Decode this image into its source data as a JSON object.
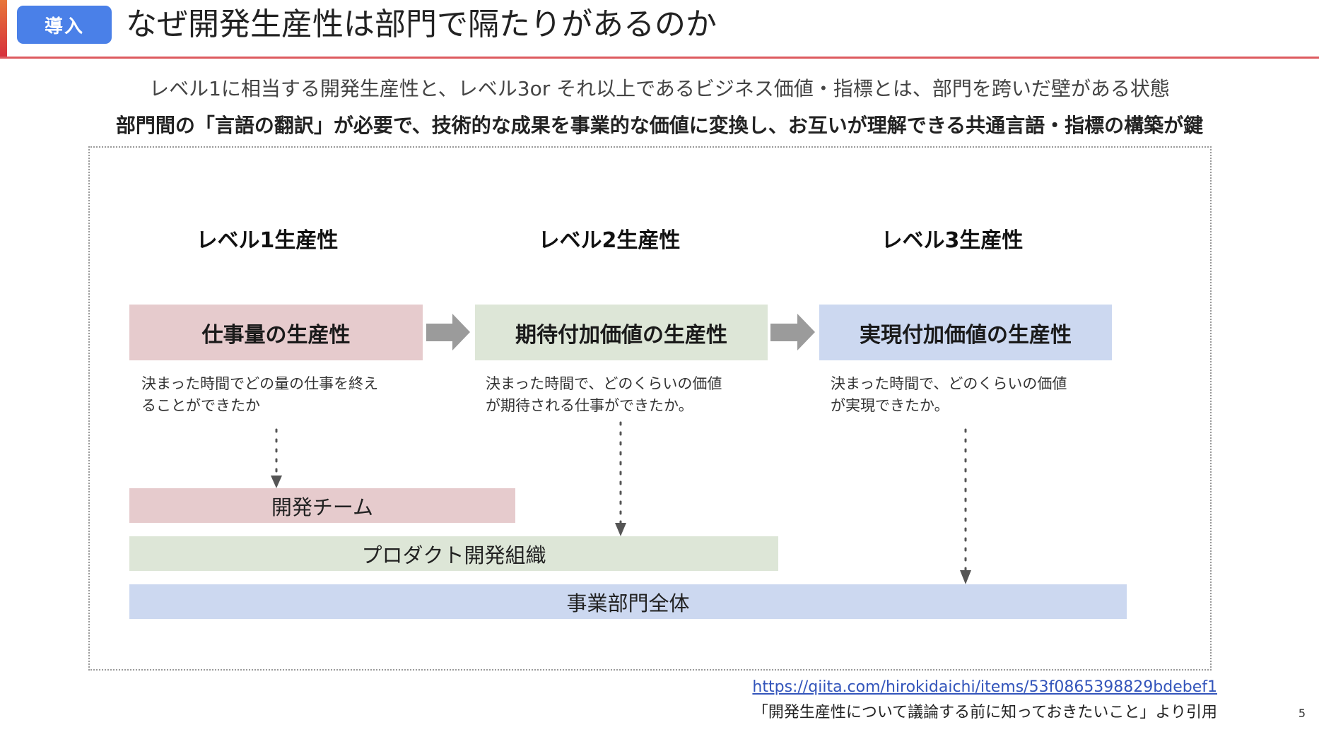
{
  "header": {
    "badge": "導入",
    "title": "なぜ開発生産性は部門で隔たりがあるのか",
    "accent_color": "#4a80e8",
    "rule_color": "#dd5a5f"
  },
  "subtitle": {
    "line1": "レベル1に相当する開発生産性と、レベル3or それ以上であるビジネス価値・指標とは、部門を跨いだ壁がある状態",
    "line2": "部門間の「言語の翻訳」が必要で、技術的な成果を事業的な価値に変換し、お互いが理解できる共通言語・指標の構築が鍵"
  },
  "diagram": {
    "levels": [
      {
        "heading": "レベル1生産性",
        "box_label": "仕事量の生産性",
        "description_line1": "決まった時間でどの量の仕事を終え",
        "description_line2": "ることができたか",
        "color": "#e6cbcd"
      },
      {
        "heading": "レベル2生産性",
        "box_label": "期待付加価値の生産性",
        "description_line1": "決まった時間で、どのくらいの価値",
        "description_line2": "が期待される仕事ができたか。",
        "color": "#dde6d7"
      },
      {
        "heading": "レベル3生産性",
        "box_label": "実現付加価値の生産性",
        "description_line1": "決まった時間で、どのくらいの価値",
        "description_line2": "が実現できたか。",
        "color": "#ccd8f0"
      }
    ],
    "arrow_icon": "right-arrow-icon",
    "scopes": [
      {
        "label": "開発チーム",
        "color": "#e6cbcd"
      },
      {
        "label": "プロダクト開発組織",
        "color": "#dde6d7"
      },
      {
        "label": "事業部門全体",
        "color": "#ccd8f0"
      }
    ]
  },
  "citation": {
    "url": "https://qiita.com/hirokidaichi/items/53f0865398829bdebef1",
    "text": "「開発生産性について議論する前に知っておきたいこと」より引用"
  },
  "page_number": "5"
}
